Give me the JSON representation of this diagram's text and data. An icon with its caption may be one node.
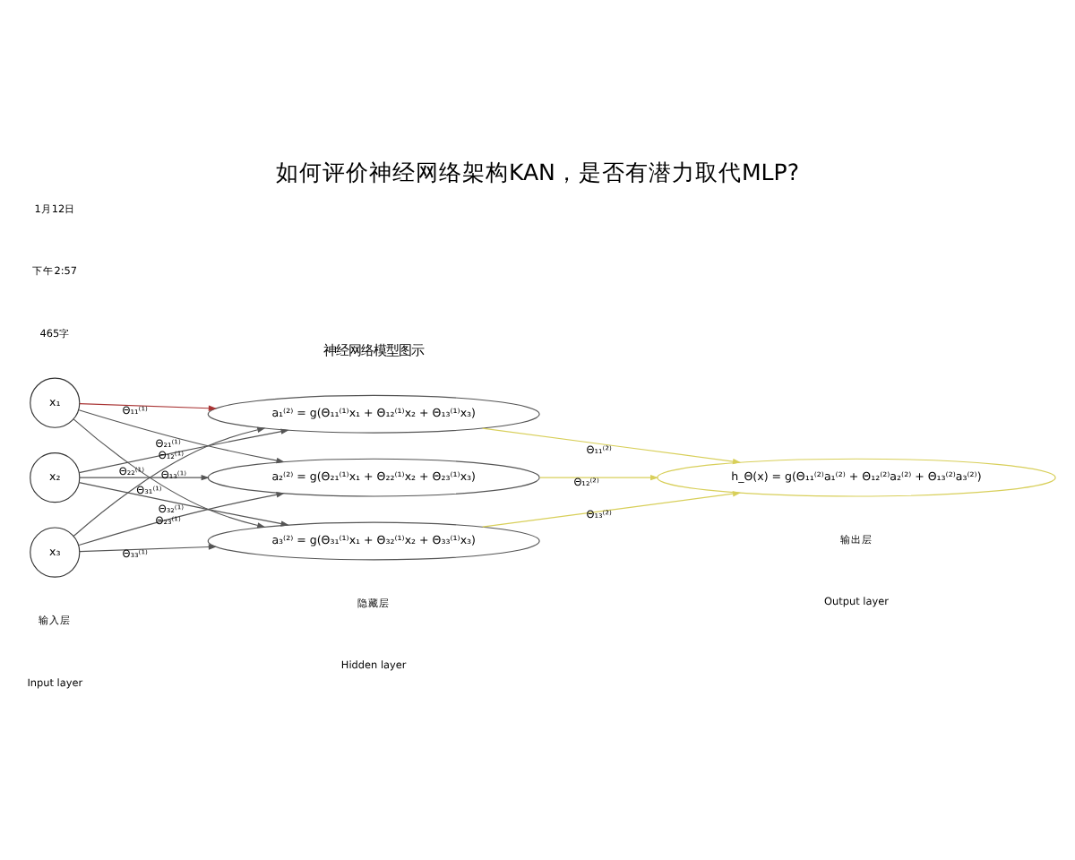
{
  "diagram": {
    "title": "如何评价神经网络架构KAN，是否有潜力取代MLP?",
    "nodes": [
      {
        "text": [
          "x₁"
        ]
      },
      {
        "text": [
          "x₂"
        ]
      },
      {
        "text": [
          "x₃"
        ]
      },
      {
        "text": [
          "a₁⁽²⁾ = g(Θ₁₁⁽¹⁾x₁ + Θ₁₂⁽¹⁾x₂ + Θ₁₃⁽¹⁾x₃)"
        ]
      },
      {
        "text": [
          "a₂⁽²⁾ = g(Θ₂₁⁽¹⁾x₁ + Θ₂₂⁽¹⁾x₂ + Θ₂₃⁽¹⁾x₃)"
        ]
      },
      {
        "text": [
          "a₃⁽²⁾ = g(Θ₃₁⁽¹⁾x₁ + Θ₃₂⁽¹⁾x₂ + Θ₃₃⁽¹⁾x₃)"
        ]
      },
      {
        "text": [
          "h_Θ(x) = g(Θ₁₁⁽²⁾a₁⁽²⁾ + Θ₁₂⁽²⁾a₂⁽²⁾ + Θ₁₃⁽²⁾a₃⁽²⁾)"
        ]
      }
    ],
    "edges": [
      {
        "from": 0,
        "to": 3,
        "arrow": "to",
        "label": "Θ₁₁⁽¹⁾",
        "color": "#a83232"
      },
      {
        "from": 1,
        "to": 3,
        "arrow": "to",
        "label": "Θ₁₂⁽¹⁾"
      },
      {
        "from": 2,
        "to": 3,
        "arrow": "to",
        "label": "Θ₁₃⁽¹⁾"
      },
      {
        "from": 0,
        "to": 4,
        "arrow": "to",
        "label": "Θ₂₁⁽¹⁾"
      },
      {
        "from": 1,
        "to": 4,
        "arrow": "to",
        "label": "Θ₂₂⁽¹⁾"
      },
      {
        "from": 2,
        "to": 4,
        "arrow": "to",
        "label": "Θ₂₃⁽¹⁾"
      },
      {
        "from": 0,
        "to": 5,
        "arrow": "to",
        "label": "Θ₃₁⁽¹⁾"
      },
      {
        "from": 1,
        "to": 5,
        "arrow": "to",
        "label": "Θ₃₂⁽¹⁾"
      },
      {
        "from": 2,
        "to": 5,
        "arrow": "to",
        "label": "Θ₃₃⁽¹⁾"
      },
      {
        "from": 3,
        "to": 6,
        "arrow": "to",
        "label": "Θ₁₁⁽²⁾",
        "color": "#d8cf5a"
      },
      {
        "from": 4,
        "to": 6,
        "arrow": "to",
        "label": "Θ₁₂⁽²⁾",
        "color": "#d8cf5a"
      },
      {
        "from": 5,
        "to": 6,
        "arrow": "to",
        "label": "Θ₁₃⁽²⁾",
        "color": "#d8cf5a"
      }
    ],
    "labels": [
      "1月12日",
      "下午2:57",
      "465字",
      "神经网络模型图示",
      "输入层",
      "Input layer",
      "隐藏层",
      "Hidden layer",
      "输出层",
      "Output layer"
    ]
  }
}
